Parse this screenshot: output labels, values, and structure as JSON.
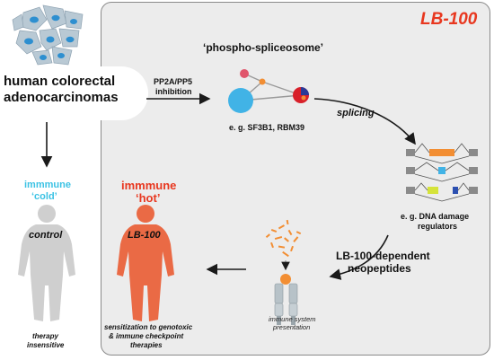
{
  "title": "LB-100",
  "cells_source": {
    "line1": "human colorectal",
    "line2": "adenocarcinomas"
  },
  "step_inhibition": {
    "line1": "PP2A/PP5",
    "line2": "inhibition"
  },
  "phospho_spliceosome": {
    "label": "‘phospho-spliceosome’",
    "examples": "e. g. SF3B1, RBM39"
  },
  "splicing_label": "splicing",
  "dna_damage": {
    "line1": "e. g. DNA damage",
    "line2": "regulators"
  },
  "neopeptides": {
    "line1": "LB-100-dependent",
    "line2": "neopeptides"
  },
  "immune_presentation": {
    "line1": "immune system",
    "line2": "presentation"
  },
  "cold": {
    "line1": "immmune",
    "line2": "‘cold’",
    "figure_label": "control",
    "caption_line1": "therapy",
    "caption_line2": "insensitive"
  },
  "hot": {
    "line1": "immmune",
    "line2": "‘hot’",
    "figure_label": "LB-100",
    "caption_line1": "sensitization to genotoxic",
    "caption_line2": "& immune checkpoint",
    "caption_line3": "therapies"
  },
  "colors": {
    "brand_red": "#e8371f",
    "cold_cyan": "#3bc2e4",
    "hot_orange": "#ea6a45",
    "node_blue": "#41b3e6",
    "node_orange": "#f28e33",
    "panel_bg": "#ececec"
  }
}
